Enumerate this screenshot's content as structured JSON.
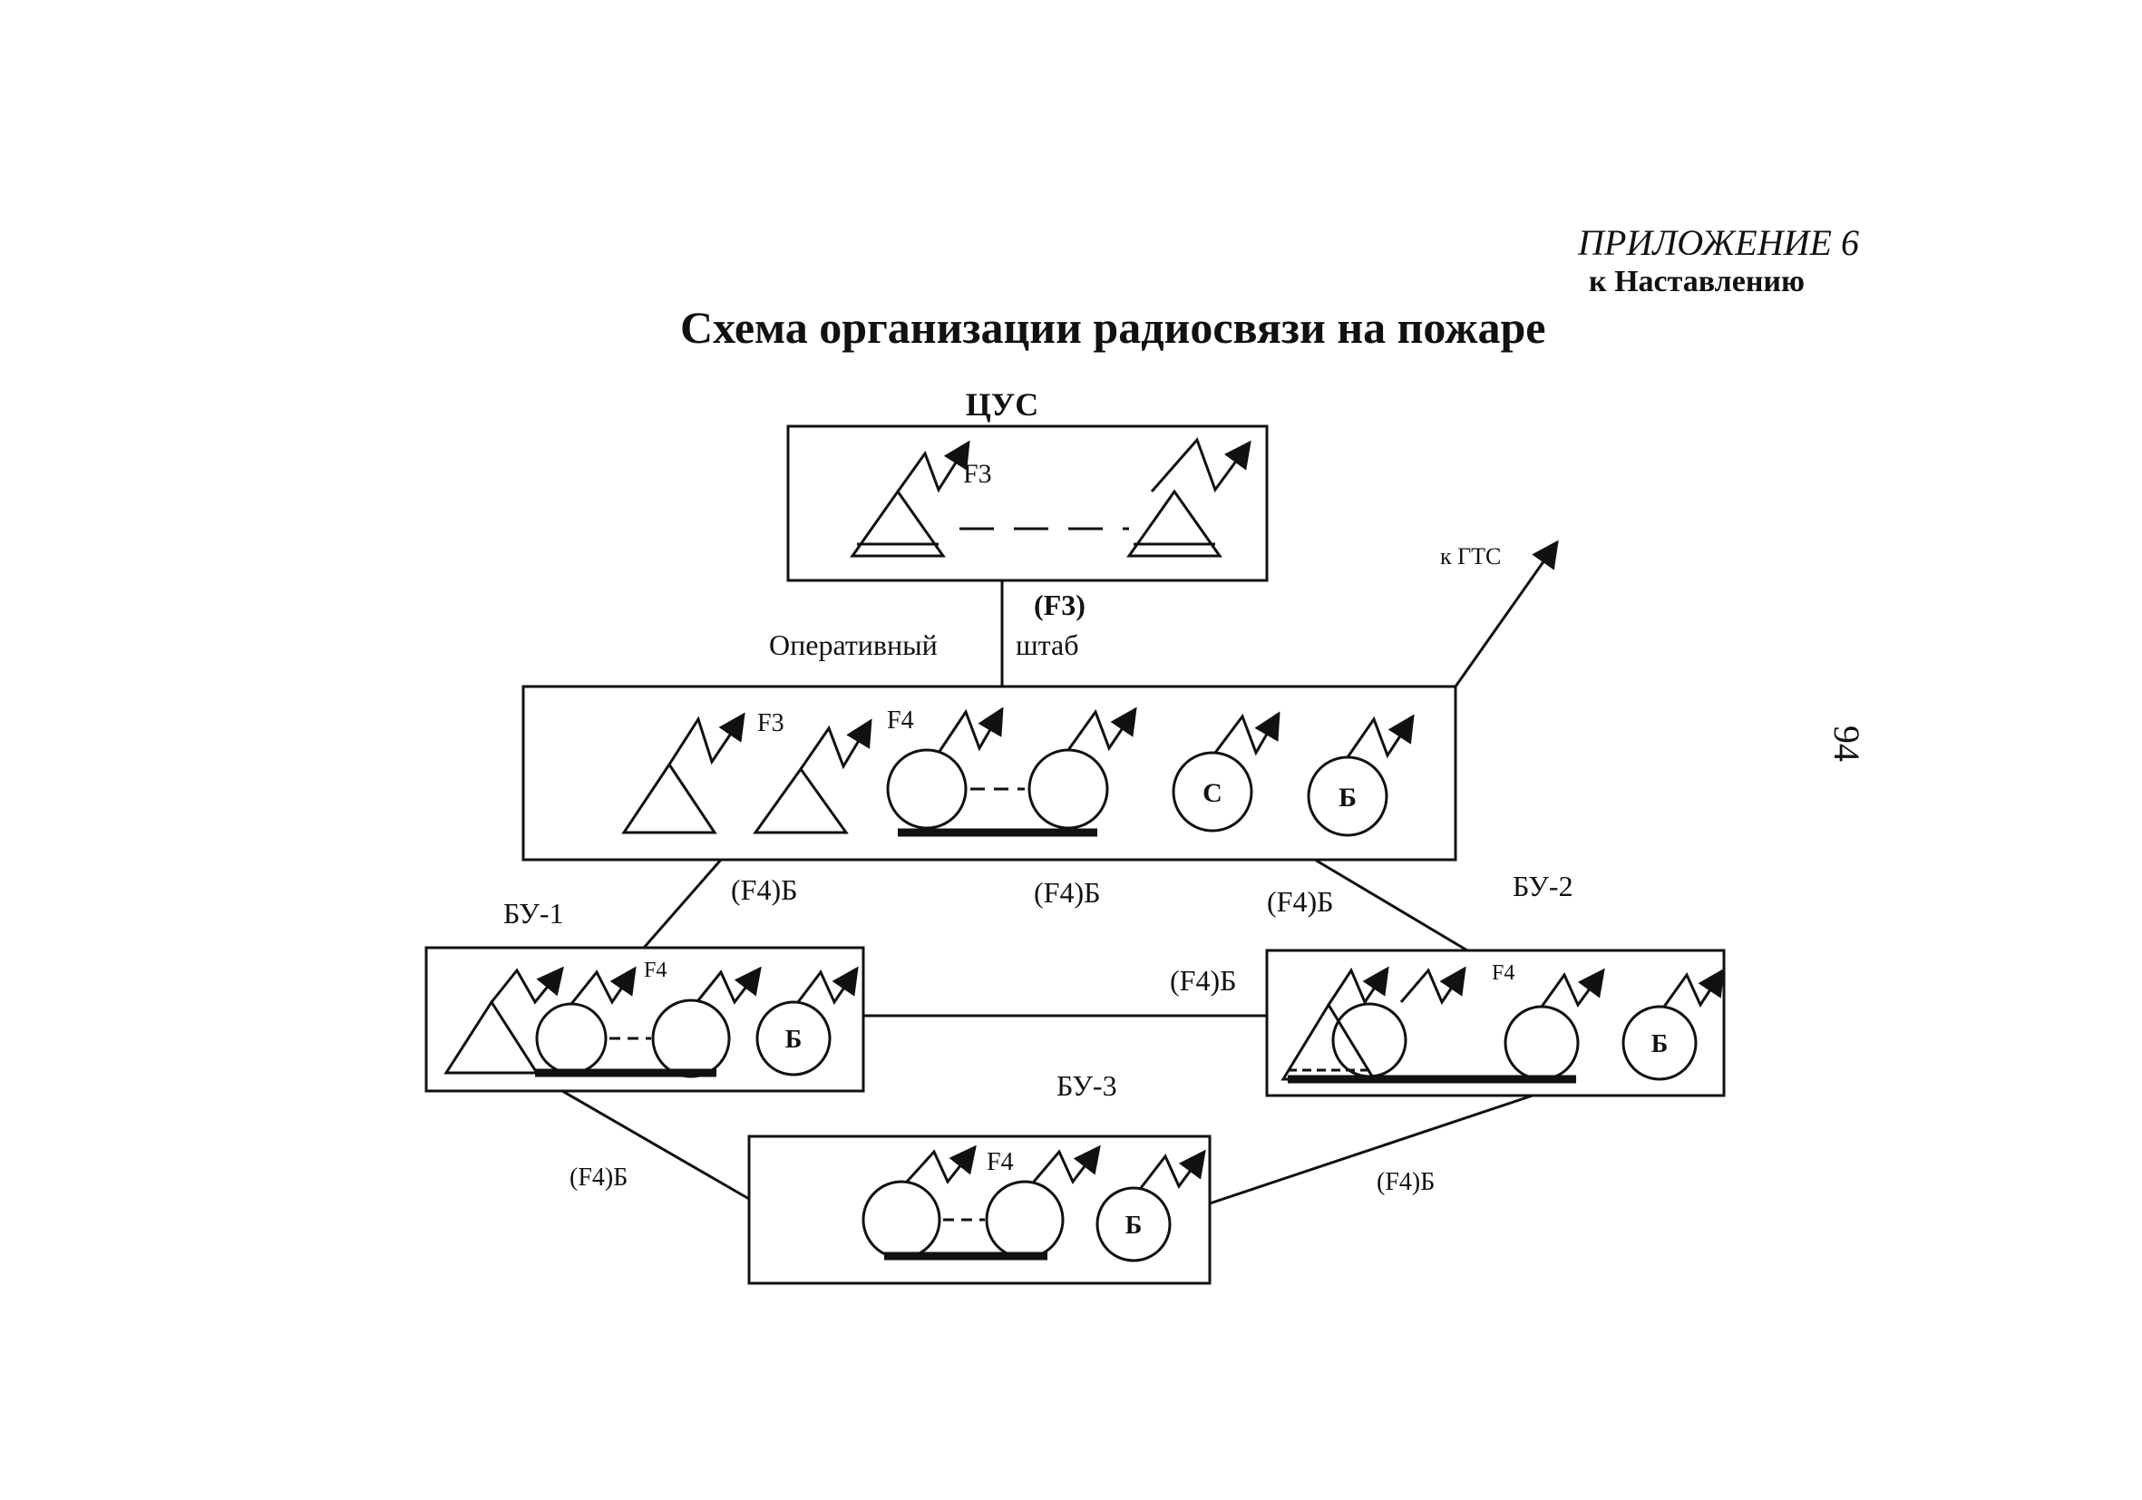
{
  "header": {
    "appendix": "ПРИЛОЖЕНИЕ 6",
    "appendix_sub": "к Наставлению",
    "title": "Схема организации радиосвязи на пожаре",
    "page_number": "94"
  },
  "nodes": {
    "cus": {
      "label": "ЦУС",
      "freq": "F3"
    },
    "hq": {
      "label_left": "Оперативный",
      "label_right": "штаб",
      "uplink": "(F3)",
      "freq_a": "F3",
      "freq_b": "F4",
      "station_s": "С",
      "station_b": "Б"
    },
    "bu1": {
      "label": "БУ-1",
      "freq": "F4",
      "station_b": "Б"
    },
    "bu2": {
      "label": "БУ-2",
      "freq": "F4",
      "station_b": "Б"
    },
    "bu3": {
      "label": "БУ-3",
      "freq": "F4",
      "station_b": "Б"
    }
  },
  "links": {
    "to_gts": "к ГТС",
    "hq_bu1": "(F4)Б",
    "hq_bu3": "(F4)Б",
    "hq_bu2": "(F4)Б",
    "bu1_bu2": "(F4)Б",
    "bu1_bu3": "(F4)Б",
    "bu2_bu3": "(F4)Б"
  }
}
